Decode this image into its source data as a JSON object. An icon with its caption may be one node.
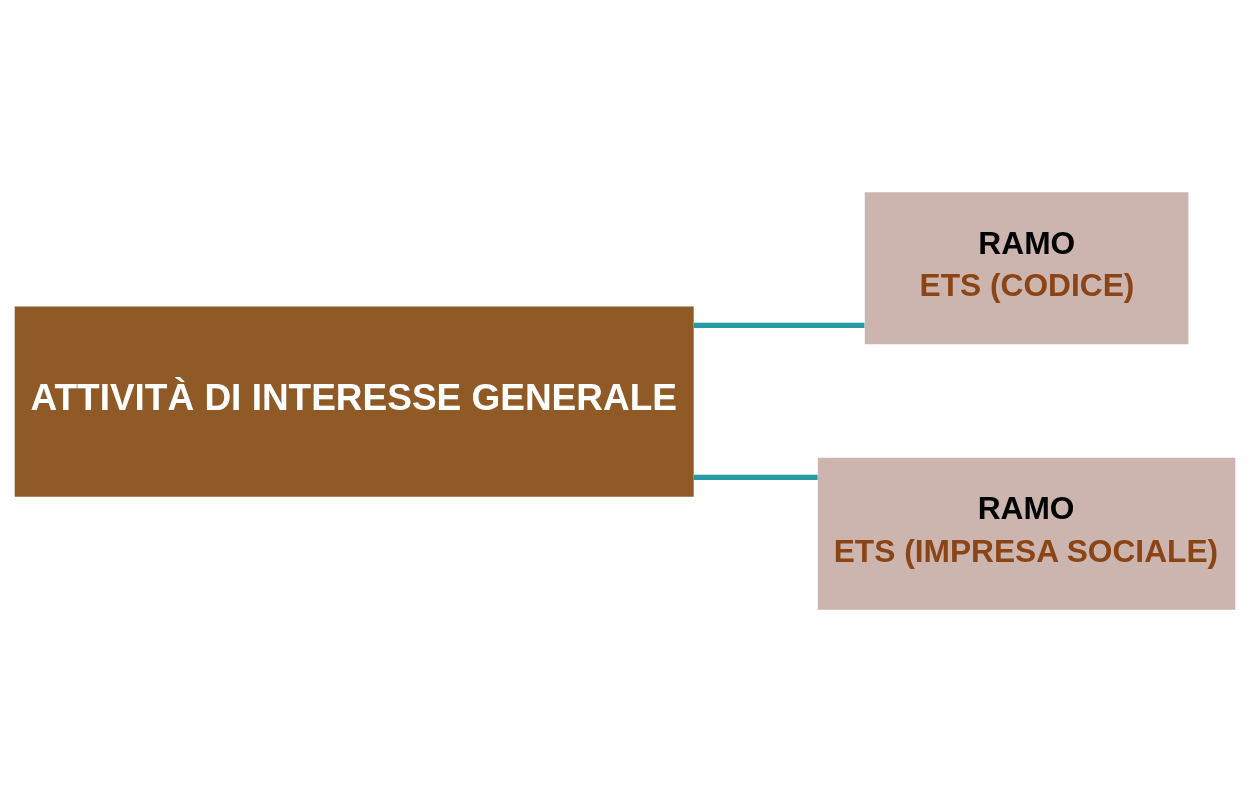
{
  "diagram": {
    "nodes": [
      {
        "text": [
          "ATTIVITÀ DI INTERESSE GENERALE"
        ]
      },
      {
        "text": [
          "RAMO",
          "ETS (CODICE)"
        ]
      },
      {
        "text": [
          "RAMO",
          "ETS (IMPRESA SOCIALE)"
        ]
      }
    ],
    "edges": [
      {
        "from": 0,
        "to": 1,
        "arrow": "none"
      },
      {
        "from": 0,
        "to": 2,
        "arrow": "none"
      }
    ]
  }
}
